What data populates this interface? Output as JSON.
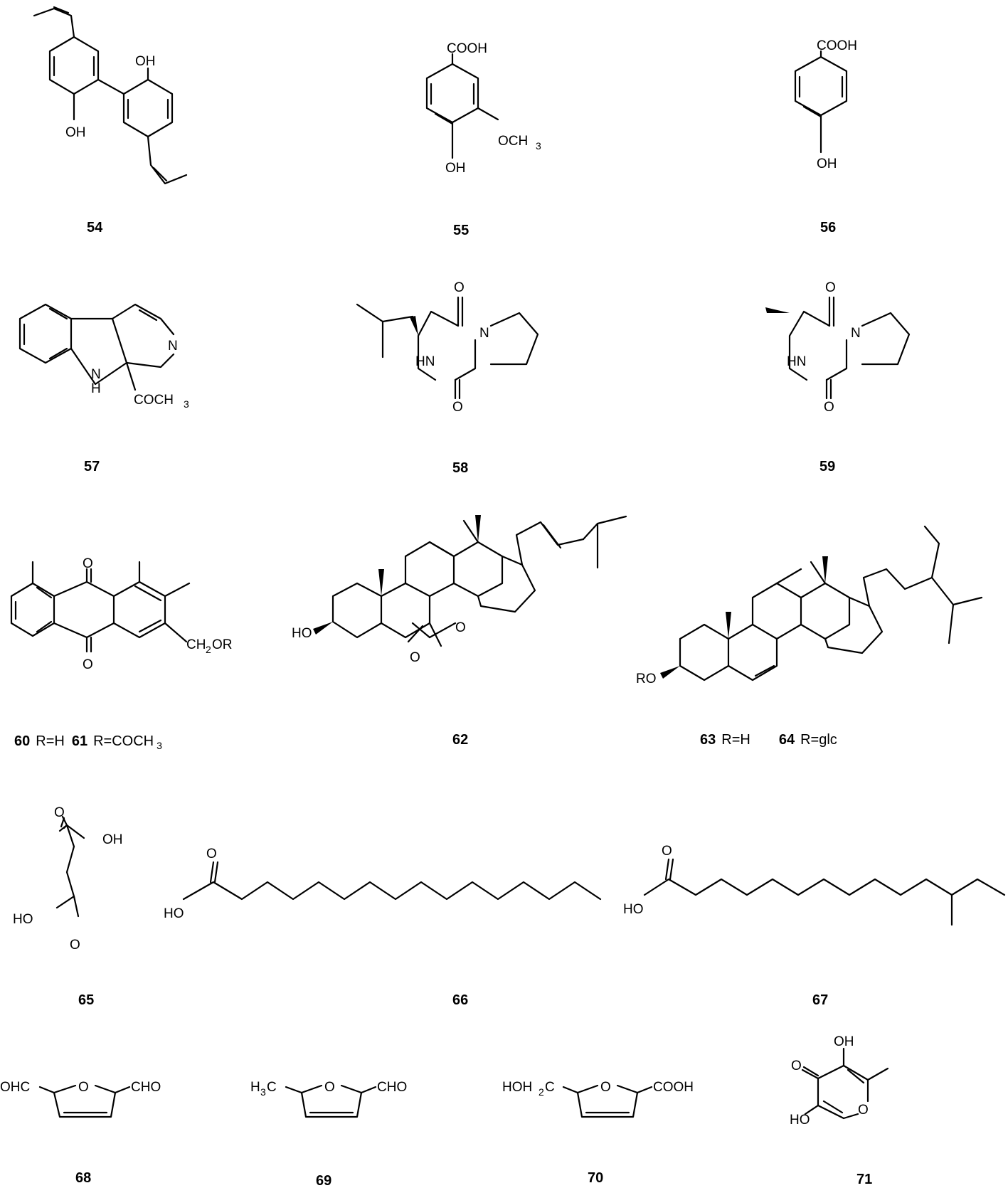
{
  "compounds": [
    {
      "id": "54",
      "atoms": [
        "OH",
        "OH"
      ]
    },
    {
      "id": "55",
      "atoms": [
        "COOH",
        "OCH",
        "3",
        "OH"
      ]
    },
    {
      "id": "56",
      "atoms": [
        "COOH",
        "OH"
      ]
    },
    {
      "id": "57",
      "atoms": [
        "N",
        "N",
        "H",
        "COCH",
        "3"
      ]
    },
    {
      "id": "58",
      "atoms": [
        "O",
        "N",
        "HN",
        "O"
      ]
    },
    {
      "id": "59",
      "atoms": [
        "O",
        "N",
        "HN",
        "O"
      ]
    },
    {
      "id": "60",
      "label_value": "R=H",
      "atoms": [
        "O",
        "O",
        "CH",
        "2",
        "OR"
      ]
    },
    {
      "id": "61",
      "label_value": "R=COCH",
      "label_sub": "3"
    },
    {
      "id": "62",
      "atoms": [
        "HO",
        "O",
        "O"
      ]
    },
    {
      "id": "63",
      "label_value": "R=H",
      "atoms": [
        "RO"
      ]
    },
    {
      "id": "64",
      "label_value": "R=glc"
    },
    {
      "id": "65",
      "atoms": [
        "O",
        "OH",
        "HO",
        "O"
      ]
    },
    {
      "id": "66",
      "atoms": [
        "O",
        "HO"
      ]
    },
    {
      "id": "67",
      "atoms": [
        "O",
        "HO"
      ]
    },
    {
      "id": "68",
      "atoms": [
        "OHC",
        "O",
        "CHO"
      ]
    },
    {
      "id": "69",
      "atoms": [
        "H",
        "3",
        "C",
        "O",
        "CHO"
      ]
    },
    {
      "id": "70",
      "atoms": [
        "HOH",
        "2",
        "C",
        "O",
        "COOH"
      ]
    },
    {
      "id": "71",
      "atoms": [
        "OH",
        "O",
        "HO",
        "O"
      ]
    }
  ]
}
